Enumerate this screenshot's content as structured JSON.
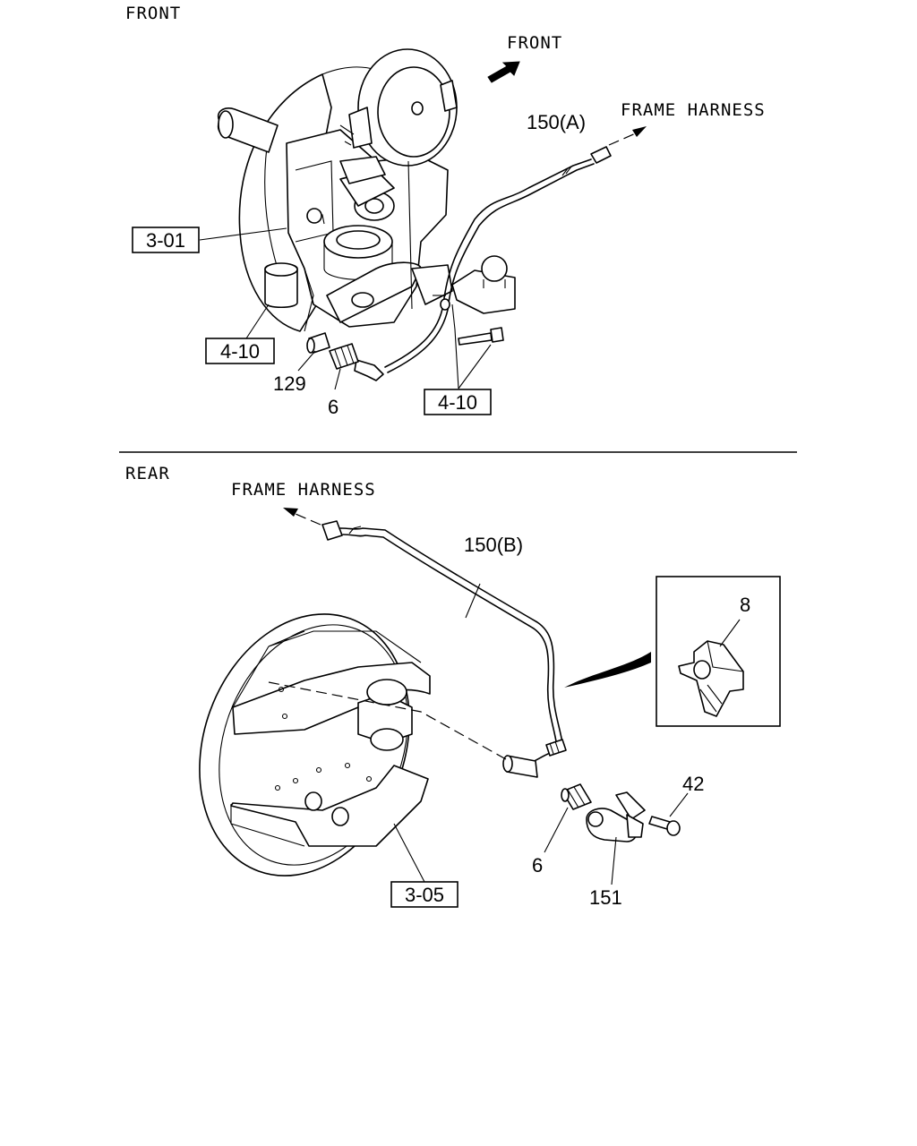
{
  "front_section": {
    "title": "FRONT",
    "direction_label": "FRONT",
    "harness_label": "FRAME HARNESS",
    "callouts": {
      "sensor_harness": "150(A)",
      "ref_knuckle": "3-01",
      "ref_left": "4-10",
      "ref_right": "4-10",
      "part_129": "129",
      "part_6": "6"
    }
  },
  "rear_section": {
    "title": "REAR",
    "harness_label": "FRAME HARNESS",
    "callouts": {
      "sensor_harness": "150(B)",
      "detail_clip": "8",
      "part_42": "42",
      "part_6": "6",
      "part_151": "151",
      "ref_brake": "3-05"
    }
  }
}
